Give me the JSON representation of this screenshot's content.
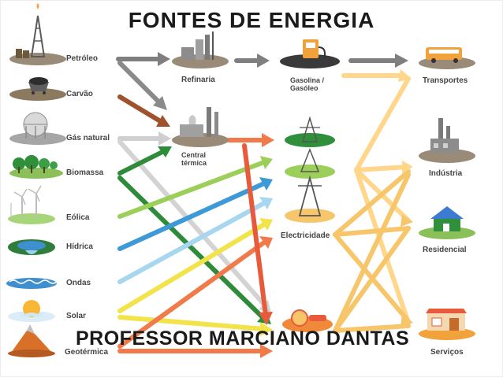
{
  "title": "FONTES DE ENERGIA",
  "author": "PROFESSOR MARCIANO DANTAS",
  "sources": [
    {
      "label": "Petróleo",
      "icon": "oil-derrick-icon"
    },
    {
      "label": "Carvão",
      "icon": "coal-cart-icon"
    },
    {
      "label": "Gás natural",
      "icon": "gas-tank-icon"
    },
    {
      "label": "Biomassa",
      "icon": "trees-icon"
    },
    {
      "label": "Eólica",
      "icon": "wind-turbine-icon"
    },
    {
      "label": "Hídrica",
      "icon": "dam-icon"
    },
    {
      "label": "Ondas",
      "icon": "waves-icon"
    },
    {
      "label": "Solar",
      "icon": "sun-icon"
    },
    {
      "label": "Geotérmica",
      "icon": "volcano-icon"
    }
  ],
  "conversions": [
    {
      "label": "Refinaria",
      "icon": "refinery-icon"
    },
    {
      "label": "Central\ntérmica",
      "icon": "power-plant-icon"
    }
  ],
  "carriers": [
    {
      "label": "Gasolina /\nGasóleo",
      "icon": "fuel-pump-icon"
    },
    {
      "label": "Electricidade",
      "icon": "pylon-icon"
    }
  ],
  "uses": [
    {
      "label": "Transportes",
      "icon": "bus-icon"
    },
    {
      "label": "Indústria",
      "icon": "factory-icon"
    },
    {
      "label": "Residencial",
      "icon": "house-icon"
    },
    {
      "label": "Serviços",
      "icon": "shop-icon"
    }
  ],
  "colors": {
    "oil_arrow": "#7f7f7f",
    "coal_arrow": "#a0522d",
    "gas_arrow": "#c8c8c8",
    "biomass_arrow": "#2e8b3a",
    "wind_arrow": "#9ccf5a",
    "hydro_arrow": "#3d9ad6",
    "waves_arrow": "#a6d6f0",
    "solar_arrow": "#f2e34a",
    "geo_arrow": "#f07a4a",
    "electric_arrow": "#f7c56a",
    "fuel_arrow": "#ffd68a"
  }
}
